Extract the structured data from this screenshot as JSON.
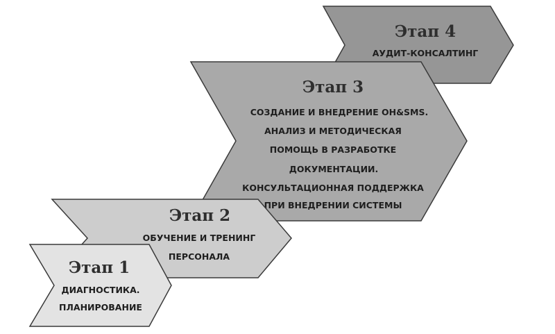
{
  "stages": [
    {
      "title": "Этап 1",
      "lines": [
        "ДИАГНОСТИКА.",
        "ПЛАНИРОВАНИЕ"
      ],
      "color": "#e3e3e3"
    },
    {
      "title": "Этап 2",
      "lines": [
        "ОБУЧЕНИЕ  И ТРЕНИНГ",
        "ПЕРСОНАЛА"
      ],
      "color": "#cdcdcd"
    },
    {
      "title": "Этап 3",
      "lines": [
        "СОЗДАНИЕ И ВНЕДРЕНИЕ OH&SMS.",
        "АНАЛИЗ И МЕТОДИЧЕСКАЯ",
        "ПОМОЩЬ В РАЗРАБОТКЕ",
        "ДОКУМЕНТАЦИИ.",
        "КОНСУЛЬТАЦИОННАЯ ПОДДЕРЖКА",
        "ПРИ ВНЕДРЕНИИ СИСТЕМЫ"
      ],
      "color": "#a9a9a9"
    },
    {
      "title": "Этап 4",
      "lines": [
        "АУДИТ-КОНСАЛТИНГ"
      ],
      "color": "#969696"
    }
  ]
}
